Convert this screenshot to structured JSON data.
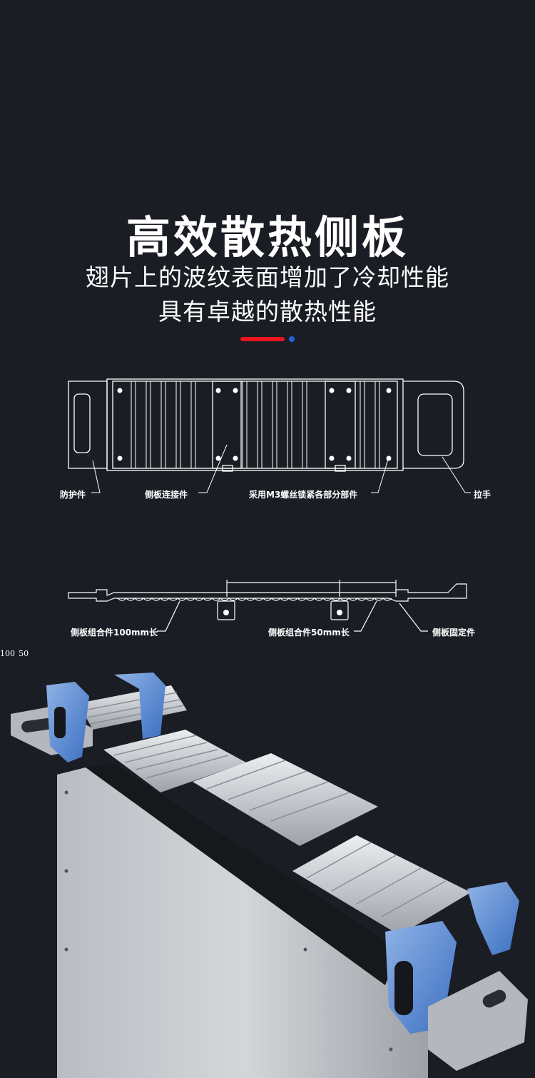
{
  "header": {
    "title": "高效散热侧板",
    "subtitle_line1": "翅片上的波纹表面增加了冷却性能",
    "subtitle_line2": "具有卓越的散热性能"
  },
  "accent": {
    "bar_color": "#e8141e",
    "dot_color": "#1f63d6"
  },
  "top_view_labels": {
    "guard": "防护件",
    "side_connector": "侧板连接件",
    "screws": "采用M3螺丝锁紧各部分部件",
    "handle": "拉手"
  },
  "side_view": {
    "dim_100": "100",
    "dim_50": "50",
    "label_100mm": "侧板组合件100mm长",
    "label_50mm": "侧板组合件50mm长",
    "label_fixing": "侧板固定件"
  }
}
